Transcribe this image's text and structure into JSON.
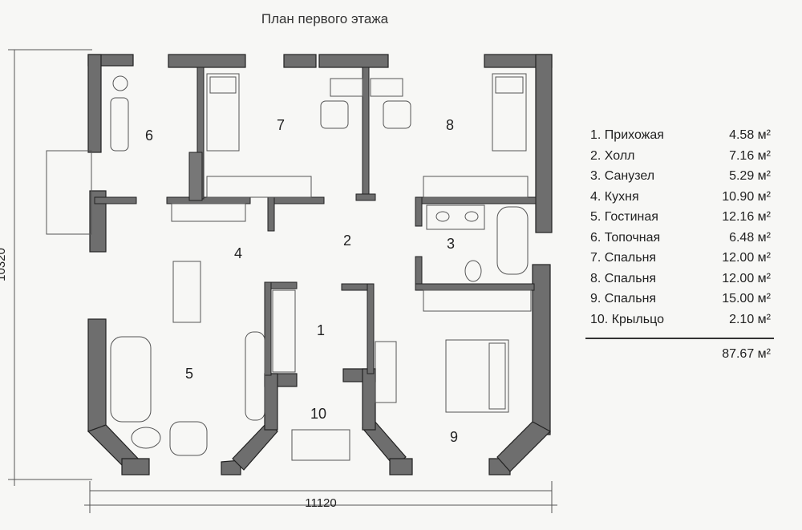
{
  "title": "План первого этажа",
  "dimensions": {
    "width": "11120",
    "height": "10320"
  },
  "rooms": [
    {
      "num": "1",
      "name": "Прихожая",
      "area": "4.58 м²"
    },
    {
      "num": "2",
      "name": "Холл",
      "area": "7.16 м²"
    },
    {
      "num": "3",
      "name": "Санузел",
      "area": "5.29 м²"
    },
    {
      "num": "4",
      "name": "Кухня",
      "area": "10.90 м²"
    },
    {
      "num": "5",
      "name": "Гостиная",
      "area": "12.16 м²"
    },
    {
      "num": "6",
      "name": "Топочная",
      "area": "6.48 м²"
    },
    {
      "num": "7",
      "name": "Спальня",
      "area": "12.00 м²"
    },
    {
      "num": "8",
      "name": "Спальня",
      "area": "12.00 м²"
    },
    {
      "num": "9",
      "name": "Спальня",
      "area": "15.00 м²"
    },
    {
      "num": "10",
      "name": "Крыльцо",
      "area": "2.10 м²"
    }
  ],
  "legend_labels": [
    "1. Прихожая",
    "2. Холл",
    "3. Санузел",
    "4. Кухня",
    "5. Гостиная",
    "6. Топочная",
    "7. Спальня",
    "8. Спальня",
    "9. Спальня",
    "10. Крыльцо"
  ],
  "total_area": "87.67 м²",
  "colors": {
    "wall_fill": "#6e6e6e",
    "wall_stroke": "#222222",
    "line": "#444444",
    "background": "#f7f7f5"
  }
}
